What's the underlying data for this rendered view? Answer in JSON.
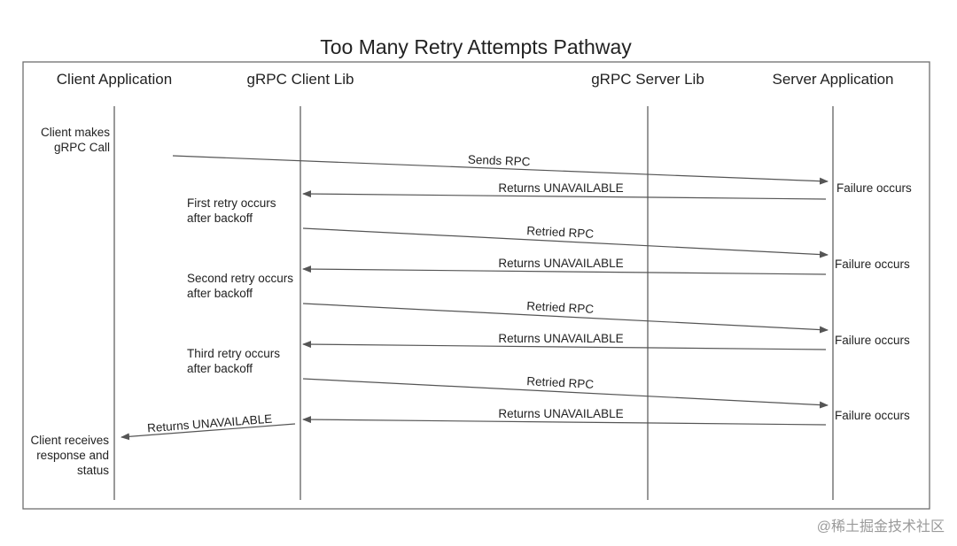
{
  "title": "Too Many Retry Attempts Pathway",
  "lanes": [
    "Client Application",
    "gRPC Client Lib",
    "gRPC Server Lib",
    "Server Application"
  ],
  "notes": {
    "client_call": [
      "Client makes",
      "gRPC Call"
    ],
    "first_retry": [
      "First retry occurs",
      "after backoff"
    ],
    "second_retry": [
      "Second retry occurs",
      "after backoff"
    ],
    "third_retry": [
      "Third retry occurs",
      "after backoff"
    ],
    "client_receives": [
      "Client receives",
      "response and",
      "status"
    ],
    "failure": "Failure occurs"
  },
  "messages": [
    {
      "label": "Sends RPC",
      "from": "Client Application",
      "to": "Server Application"
    },
    {
      "label": "Returns UNAVAILABLE",
      "from": "Server Application",
      "to": "gRPC Client Lib"
    },
    {
      "label": "Retried RPC",
      "from": "gRPC Client Lib",
      "to": "Server Application"
    },
    {
      "label": "Returns UNAVAILABLE",
      "from": "Server Application",
      "to": "gRPC Client Lib"
    },
    {
      "label": "Retried RPC",
      "from": "gRPC Client Lib",
      "to": "Server Application"
    },
    {
      "label": "Returns UNAVAILABLE",
      "from": "Server Application",
      "to": "gRPC Client Lib"
    },
    {
      "label": "Retried RPC",
      "from": "gRPC Client Lib",
      "to": "Server Application"
    },
    {
      "label": "Returns UNAVAILABLE",
      "from": "Server Application",
      "to": "gRPC Client Lib"
    },
    {
      "label": "Returns UNAVAILABLE",
      "from": "gRPC Client Lib",
      "to": "Client Application"
    }
  ],
  "watermark": "@稀土掘金技术社区",
  "colors": {
    "line": "#555555",
    "text": "#222222",
    "frame": "#6e6e6e",
    "watermark": "#9a9a9a"
  }
}
